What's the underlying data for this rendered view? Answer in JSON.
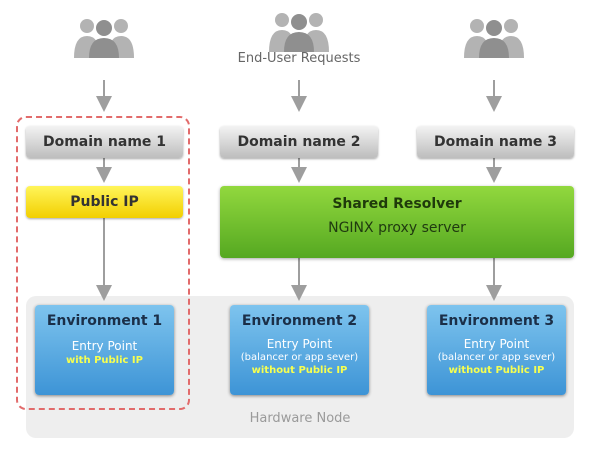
{
  "caption": "End-User Requests",
  "domains": [
    "Domain name 1",
    "Domain name 2",
    "Domain name 3"
  ],
  "public_ip": "Public IP",
  "resolver": {
    "title": "Shared Resolver",
    "subtitle": "NGINX proxy server"
  },
  "environments": [
    {
      "title": "Environment 1",
      "entry": "Entry Point",
      "note": "",
      "ip": "with Public IP"
    },
    {
      "title": "Environment 2",
      "entry": "Entry Point",
      "note": "(balancer or app sever)",
      "ip": "without Public IP"
    },
    {
      "title": "Environment 3",
      "entry": "Entry Point",
      "note": "(balancer or app sever)",
      "ip": "without Public IP"
    }
  ],
  "hardware_node": "Hardware Node",
  "colors": {
    "domain": "#cfcfcf",
    "public_ip": "#f7e20f",
    "resolver": "#6cc02c",
    "environment": "#4fa6e2",
    "dashed_border": "#e26b6b",
    "arrow": "#9e9e9e"
  }
}
